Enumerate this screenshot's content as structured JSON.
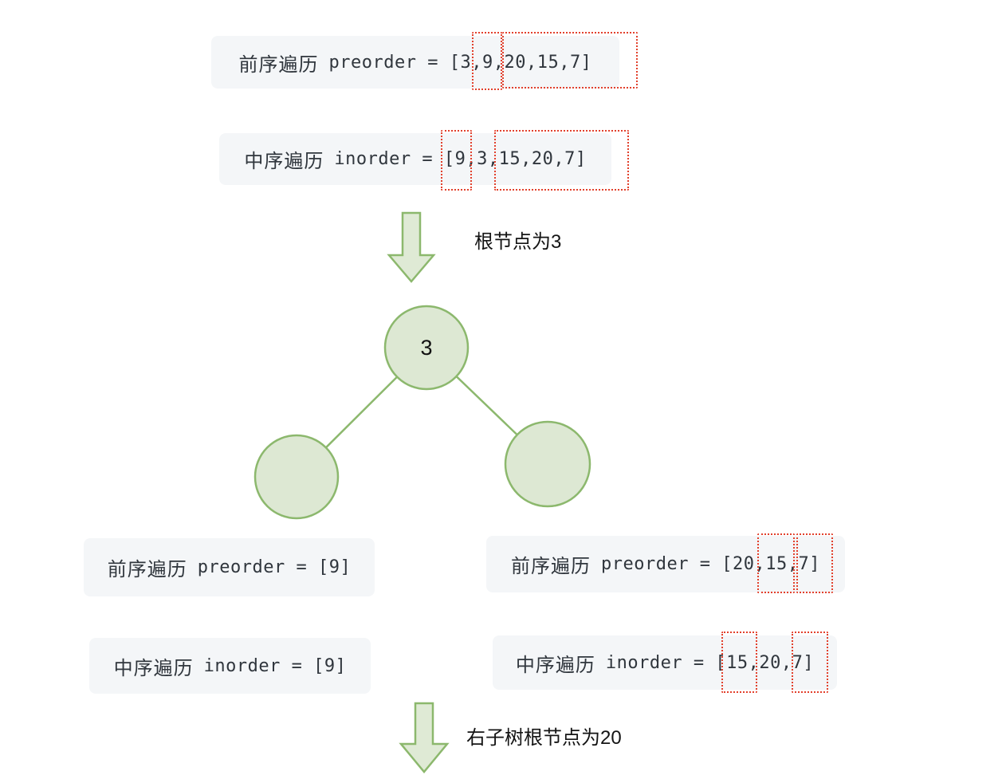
{
  "boxes": {
    "top_preorder": {
      "label": "前序遍历",
      "code": "preorder = [3,9,20,15,7]"
    },
    "top_inorder": {
      "label": "中序遍历",
      "code": "inorder = [9,3,15,20,7]"
    },
    "left_preorder": {
      "label": "前序遍历",
      "code": "preorder = [9]"
    },
    "left_inorder": {
      "label": "中序遍历",
      "code": "inorder = [9]"
    },
    "right_preorder": {
      "label": "前序遍历",
      "code": "preorder = [20,15,7]"
    },
    "right_inorder": {
      "label": "中序遍历",
      "code": "inorder = [15,20,7]"
    }
  },
  "annotations": {
    "root_note": "根节点为3",
    "right_subtree_note": "右子树根节点为20"
  },
  "tree": {
    "root_label": "3",
    "left_label": "",
    "right_label": ""
  },
  "highlights": {
    "top_preorder": [
      "9",
      "20,15,7"
    ],
    "top_inorder": [
      "9",
      "15,20,7"
    ],
    "right_preorder": [
      "15",
      "7"
    ],
    "right_inorder": [
      "15",
      "7"
    ]
  },
  "colors": {
    "box_background": "#f4f6f8",
    "text": "#30363d",
    "highlight_red": "#e2402c",
    "node_fill": "#dde8d3",
    "node_stroke": "#8cb86d",
    "arrow_fill": "#dfead5",
    "arrow_stroke": "#8cb86d"
  }
}
